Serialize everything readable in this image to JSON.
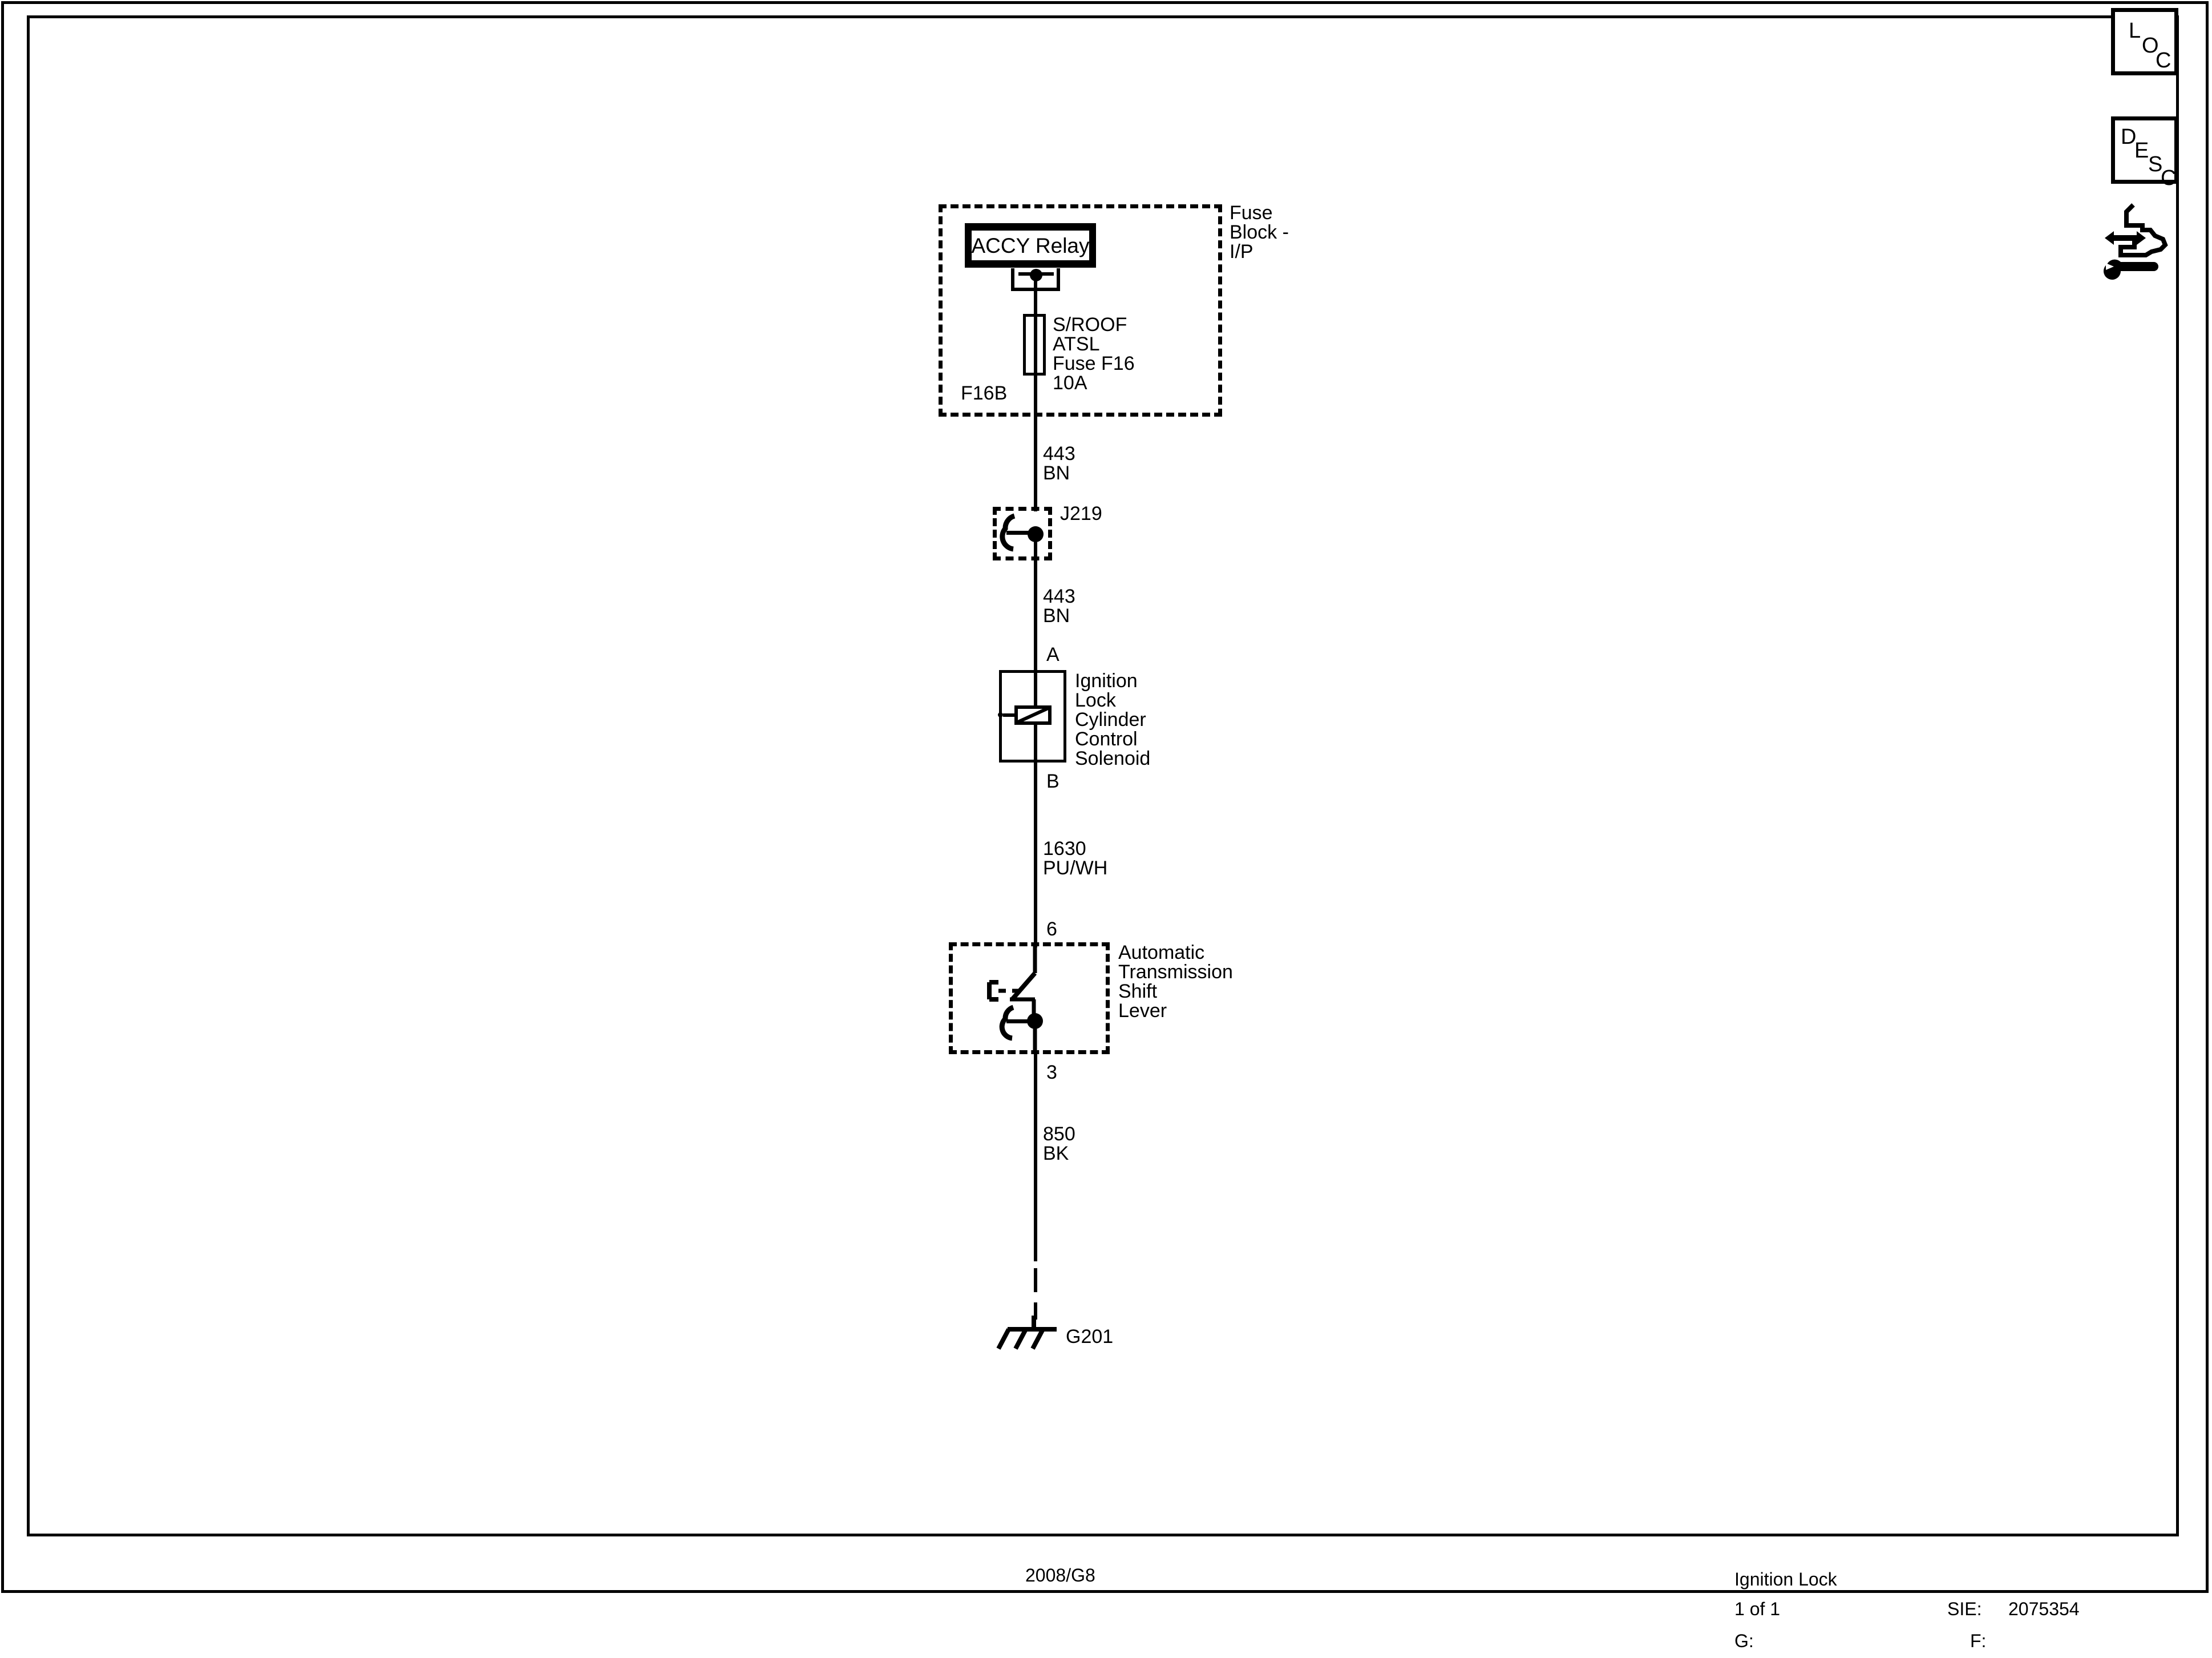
{
  "nav_buttons": [
    {
      "id": "loc",
      "label": "LOC",
      "letters": [
        "L",
        "O",
        "C"
      ]
    },
    {
      "id": "desc",
      "label": "DESC",
      "letters": [
        "D",
        "E",
        "S",
        "C"
      ]
    }
  ],
  "tool_icon": {
    "name": "wrench-hand-icon"
  },
  "fuse_block": {
    "label": "Fuse\nBlock -\nI/P",
    "relay": {
      "label": "ACCY Relay"
    },
    "fuse": {
      "left_label": "F16B",
      "right_label": "S/ROOF\nATSL\nFuse F16\n10A",
      "rating": "10A",
      "designation": "Fuse F16",
      "circuit": "S/ROOF ATSL"
    }
  },
  "wires": [
    {
      "id": "w1",
      "number": "443",
      "color": "BN"
    },
    {
      "id": "w2",
      "number": "443",
      "color": "BN"
    },
    {
      "id": "w3",
      "number": "1630",
      "color": "PU/WH"
    },
    {
      "id": "w4",
      "number": "850",
      "color": "BK"
    }
  ],
  "splice": {
    "label": "J219"
  },
  "solenoid": {
    "label": "Ignition\nLock\nCylinder\nControl\nSolenoid",
    "pin_top": "A",
    "pin_bottom": "B"
  },
  "shift_lever": {
    "label": "Automatic\nTransmission\nShift\nLever",
    "pin_top": "6",
    "pin_bottom": "3"
  },
  "ground": {
    "label": "G201"
  },
  "footer": {
    "model": "2008/G8",
    "title": "Ignition Lock",
    "page": "1 of 1",
    "sie_label": "SIE:",
    "sie_value": "2075354",
    "g_label": "G:",
    "f_label": "F:"
  }
}
